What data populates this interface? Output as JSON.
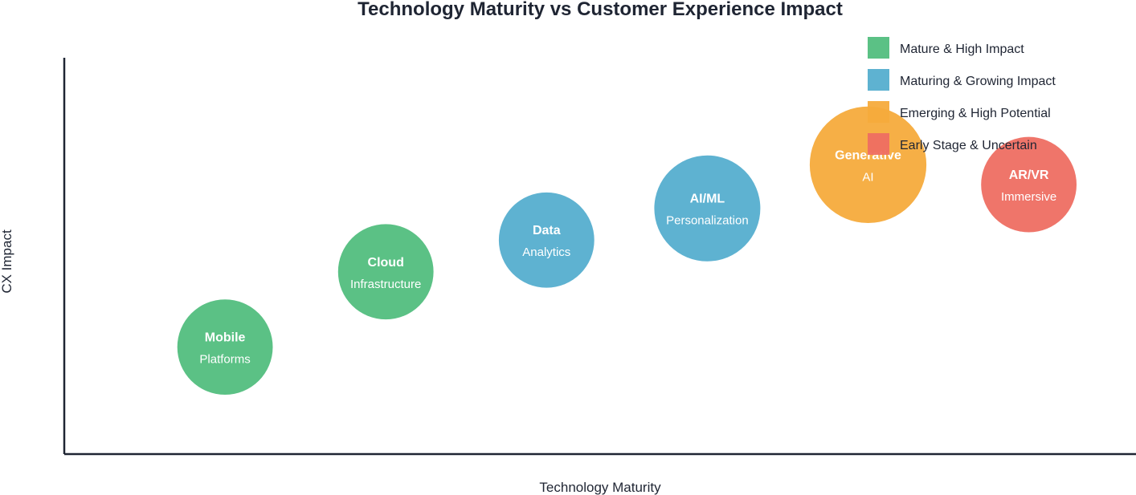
{
  "chart_data": {
    "type": "scatter",
    "title": "Technology Maturity vs Customer Experience Impact",
    "xlabel": "Technology Maturity",
    "ylabel": "CX Impact",
    "xlim": [
      0,
      10
    ],
    "ylim": [
      0,
      10
    ],
    "grid": false,
    "legend_placement": "top-right",
    "legend": [
      {
        "label": "Mature & High Impact",
        "color": "#52be7e"
      },
      {
        "label": "Maturing & Growing Impact",
        "color": "#55aecf"
      },
      {
        "label": "Emerging & High Potential",
        "color": "#f5ab3c"
      },
      {
        "label": "Early Stage & Uncertain",
        "color": "#ee6e62"
      }
    ],
    "points": [
      {
        "name": "Mobile",
        "sub": "Platforms",
        "x": 1.5,
        "y": 2.7,
        "size": 0.9,
        "category": 0
      },
      {
        "name": "Cloud",
        "sub": "Infrastructure",
        "x": 3.0,
        "y": 4.6,
        "size": 0.9,
        "category": 0
      },
      {
        "name": "Data",
        "sub": "Analytics",
        "x": 4.5,
        "y": 5.4,
        "size": 0.9,
        "category": 1
      },
      {
        "name": "AI/ML",
        "sub": "Personalization",
        "x": 6.0,
        "y": 6.2,
        "size": 1.0,
        "category": 1
      },
      {
        "name": "Generative",
        "sub": "AI",
        "x": 7.5,
        "y": 7.3,
        "size": 1.1,
        "category": 2
      },
      {
        "name": "AR/VR",
        "sub": "Immersive",
        "x": 9.0,
        "y": 6.8,
        "size": 0.9,
        "category": 3
      }
    ]
  }
}
